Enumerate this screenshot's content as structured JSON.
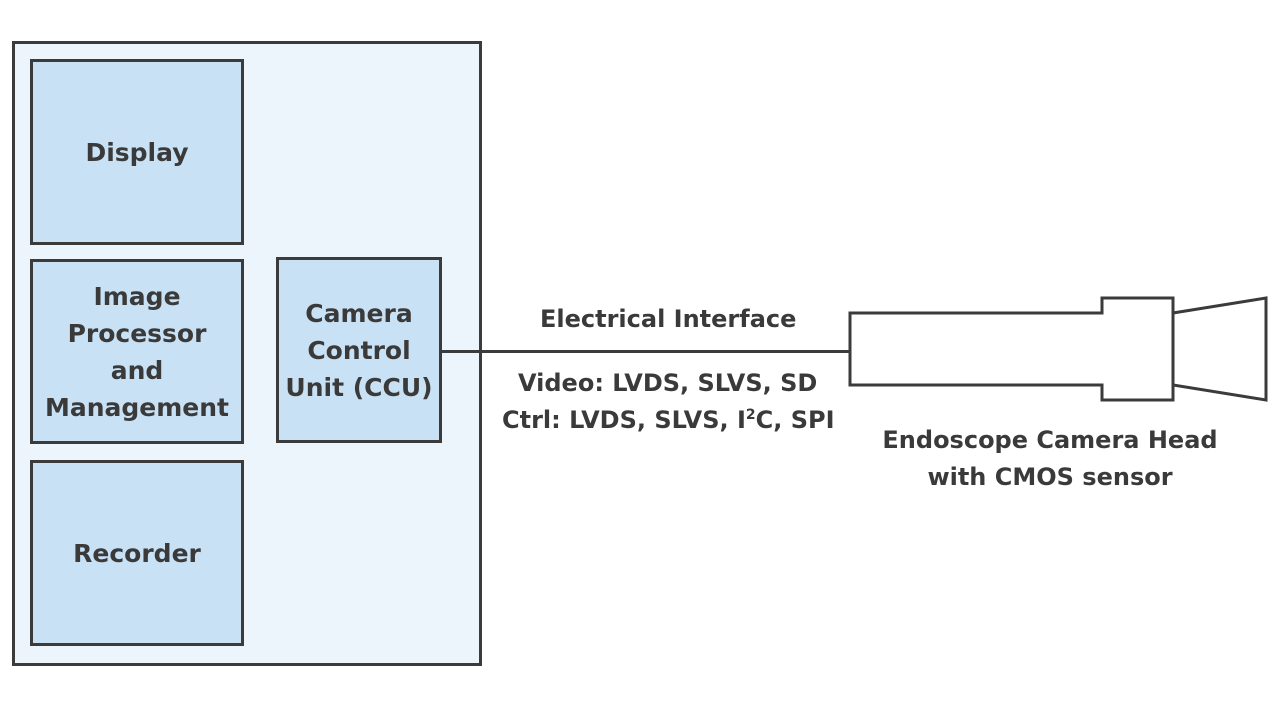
{
  "blocks": {
    "display": "Display",
    "image_processor": "Image\nProcessor\nand\nManagement",
    "recorder": "Recorder",
    "ccu": "Camera\nControl\nUnit (CCU)"
  },
  "interface": {
    "title": "Electrical Interface",
    "video": "Video: LVDS, SLVS, SD",
    "ctrl_prefix": "Ctrl: LVDS, SLVS, I",
    "ctrl_sup": "2",
    "ctrl_suffix": "C, SPI"
  },
  "camera_head": {
    "line1": "Endoscope Camera Head",
    "line2": "with CMOS sensor"
  }
}
